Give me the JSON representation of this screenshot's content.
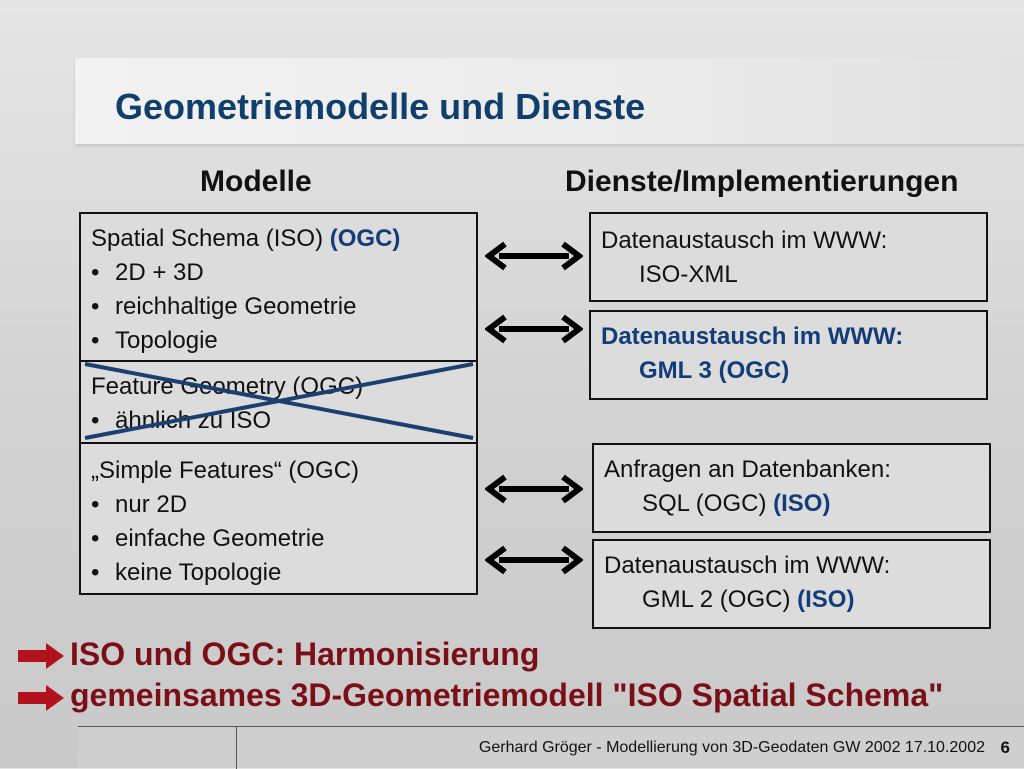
{
  "title": "Geometriemodelle und Dienste",
  "columns": {
    "left": "Modelle",
    "right": "Dienste/Implementierungen"
  },
  "models": {
    "spatial_schema": {
      "heading": "Spatial Schema (ISO) ",
      "tag": "(OGC)",
      "items": [
        "2D + 3D",
        "reichhaltige Geometrie",
        "Topologie"
      ]
    },
    "feature_geometry": {
      "heading": "Feature Geometry (OGC)",
      "items": [
        "ähnlich zu ISO"
      ]
    },
    "simple_features": {
      "heading": "„Simple Features“ (OGC)",
      "items": [
        "nur 2D",
        "einfache Geometrie",
        "keine Topologie"
      ]
    }
  },
  "services": [
    {
      "line1": "Datenaustausch im WWW:",
      "line2": "ISO-XML",
      "tag": ""
    },
    {
      "line1": "Datenaustausch im WWW:",
      "line2": "GML 3 (OGC)",
      "tag": ""
    },
    {
      "line1": "Anfragen an Datenbanken:",
      "line2": "SQL (OGC) ",
      "tag": "(ISO)"
    },
    {
      "line1": "Datenaustausch im WWW:",
      "line2": "GML 2 (OGC) ",
      "tag": "(ISO)"
    }
  ],
  "conclusions": [
    "ISO und OGC: Harmonisierung",
    "gemeinsames 3D-Geometriemodell \"ISO Spatial Schema\""
  ],
  "footer": {
    "text": "Gerhard Gröger  -  Modellierung von 3D-Geodaten    GW 2002   17.10.2002",
    "page": "6"
  },
  "colors": {
    "title": "#113f6b",
    "highlight": "#123d78",
    "conclusion": "#7b0f18",
    "cross": "#1b3f6e"
  }
}
